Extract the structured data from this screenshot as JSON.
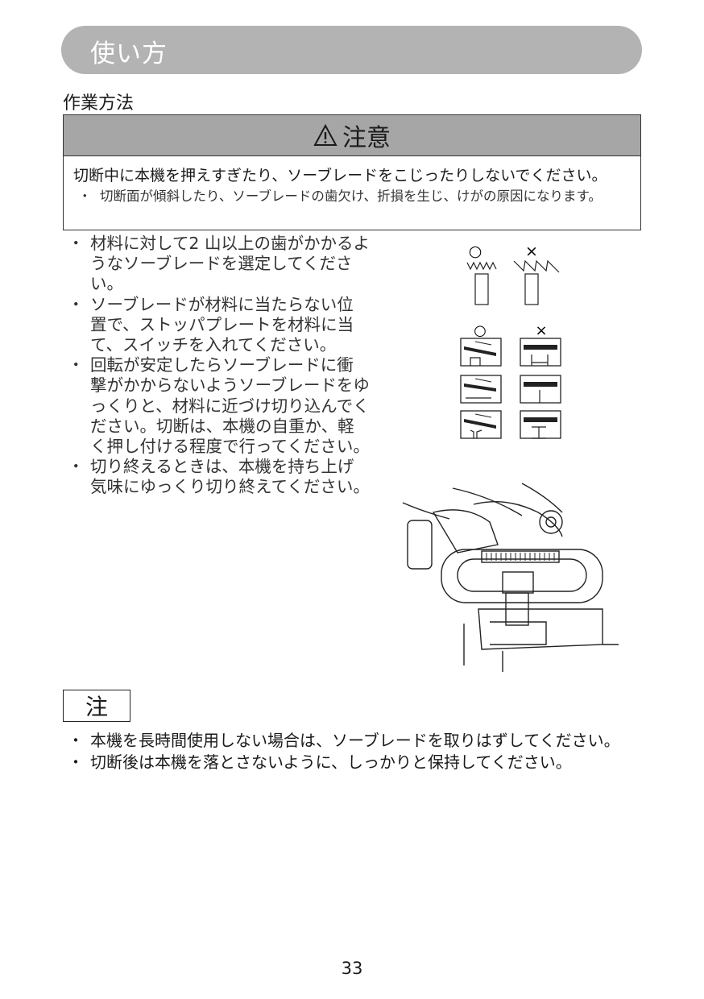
{
  "header": {
    "title": "使い方"
  },
  "section": {
    "heading": "作業方法"
  },
  "caution": {
    "label": "注意",
    "main": "切断中に本機を押えすぎたり、ソーブレードをこじったりしないでください。",
    "bullet": "・",
    "sub": "切断面が傾斜したり、ソーブレードの歯欠け、折損を生じ、けがの原因になります。"
  },
  "steps": [
    {
      "bullet": "・",
      "text": "材料に対して2 山以上の歯がかかるようなソーブレードを選定してください。"
    },
    {
      "bullet": "・",
      "text": "ソーブレードが材料に当たらない位置で、ストッパプレートを材料に当て、スイッチを入れてください。"
    },
    {
      "bullet": "・",
      "text": "回転が安定したらソーブレードに衝撃がかからないようソーブレードをゆっくりと、材料に近づけ切り込んでください。切断は、本機の自重か、軽く押し付ける程度で行ってください。"
    },
    {
      "bullet": "・",
      "text": "切り終えるときは、本機を持ち上げ気味にゆっくり切り終えてください。"
    }
  ],
  "figures": {
    "good_mark": "○",
    "bad_mark": "×"
  },
  "note": {
    "label": "注",
    "items": [
      {
        "bullet": "・",
        "text": "本機を長時間使用しない場合は、ソーブレードを取りはずしてください。"
      },
      {
        "bullet": "・",
        "text": "切断後は本機を落とさないように、しっかりと保持してください。"
      }
    ]
  },
  "footer": {
    "page_number": "33"
  }
}
